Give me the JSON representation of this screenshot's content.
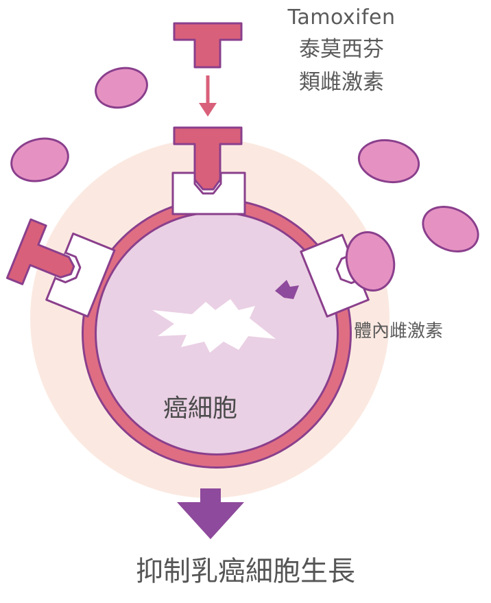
{
  "drug": {
    "name": "Tamoxifen",
    "name_zh": "泰莫西芬",
    "class": "類雌激素"
  },
  "labels": {
    "hormone": "體內雌激素",
    "cell": "癌細胞"
  },
  "caption": "抑制乳癌細胞生長",
  "colors": {
    "halo": "#fbe9e1",
    "membrane": "#df6e83",
    "membrane_outline": "#8a3f8c",
    "cytoplasm": "#ead0e4",
    "hormone": "#e592c3",
    "drug": "#d9607a",
    "arrow": "#8e4a9c",
    "text": "#555555"
  }
}
